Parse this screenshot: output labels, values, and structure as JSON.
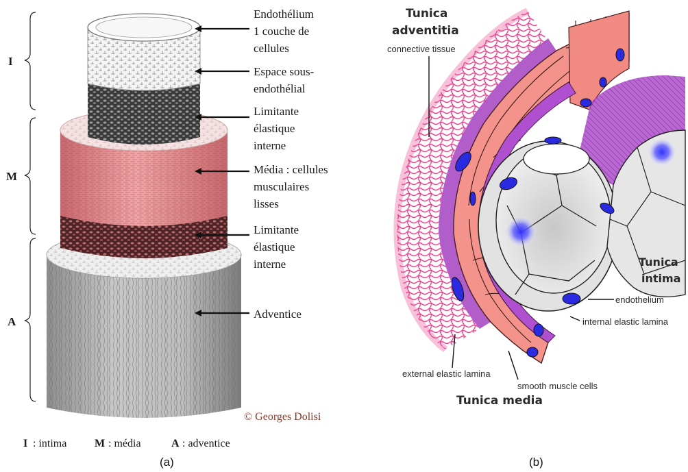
{
  "left_panel": {
    "bracket_labels": {
      "intima": "I",
      "media": "M",
      "adventice": "A"
    },
    "labels": {
      "endothelium": [
        "Endothélium",
        "1 couche de",
        "cellules"
      ],
      "subendothelial": [
        "Espace sous-",
        "endothélial"
      ],
      "limitante_1": [
        "Limitante",
        "élastique",
        "interne"
      ],
      "media": [
        "Média : cellules",
        "musculaires",
        "lisses"
      ],
      "limitante_2": [
        "Limitante",
        "élastique",
        "interne"
      ],
      "adventice": [
        "Adventice"
      ]
    },
    "copyright": "© Georges Dolisi",
    "legend": {
      "i_key": "I",
      "i_text": ": intima",
      "m_key": "M",
      "m_text": ": média",
      "a_key": "A",
      "a_text": ": adventice"
    },
    "caption": "(a)"
  },
  "right_panel": {
    "titles": {
      "adventitia": [
        "Tunica",
        "adventitia"
      ],
      "intima": [
        "Tunica",
        "intima"
      ],
      "media": "Tunica media"
    },
    "labels": {
      "connective": "connective tissue",
      "endothelium": "endothelium",
      "internal_lamina": "internal elastic lamina",
      "external_lamina": "external elastic lamina",
      "smooth_muscle": "smooth muscle cells"
    },
    "caption": "(b)"
  },
  "colors": {
    "adventitia_pink": "#e8559a",
    "media_salmon": "#f08a80",
    "elastic_purple": "#a040b8",
    "intima_gray": "#d9d9d9",
    "nucleus_blue": "#2a2ae0"
  }
}
